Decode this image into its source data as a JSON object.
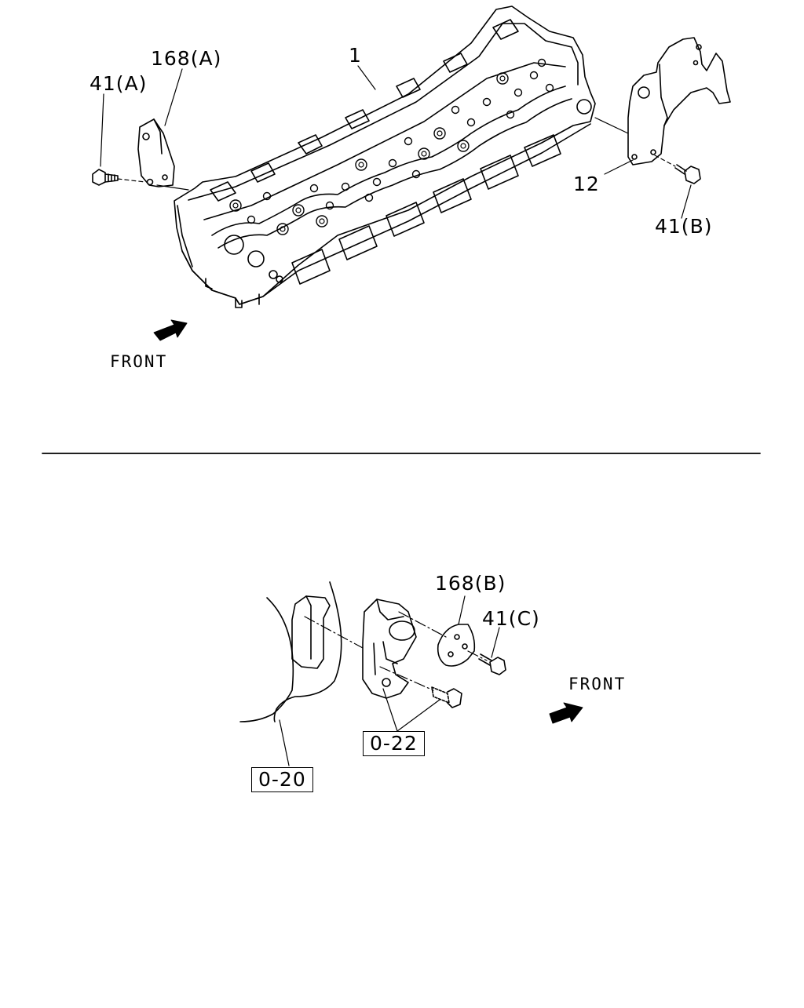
{
  "top_view": {
    "callouts": {
      "part_1": "1",
      "part_168a": "168(A)",
      "part_41a": "41(A)",
      "part_12": "12",
      "part_41b": "41(B)"
    },
    "direction_label": "FRONT"
  },
  "bottom_view": {
    "callouts": {
      "part_168b": "168(B)",
      "part_41c": "41(C)"
    },
    "reference_boxes": {
      "ref_022": "0-22",
      "ref_020": "0-20"
    },
    "direction_label": "FRONT"
  }
}
